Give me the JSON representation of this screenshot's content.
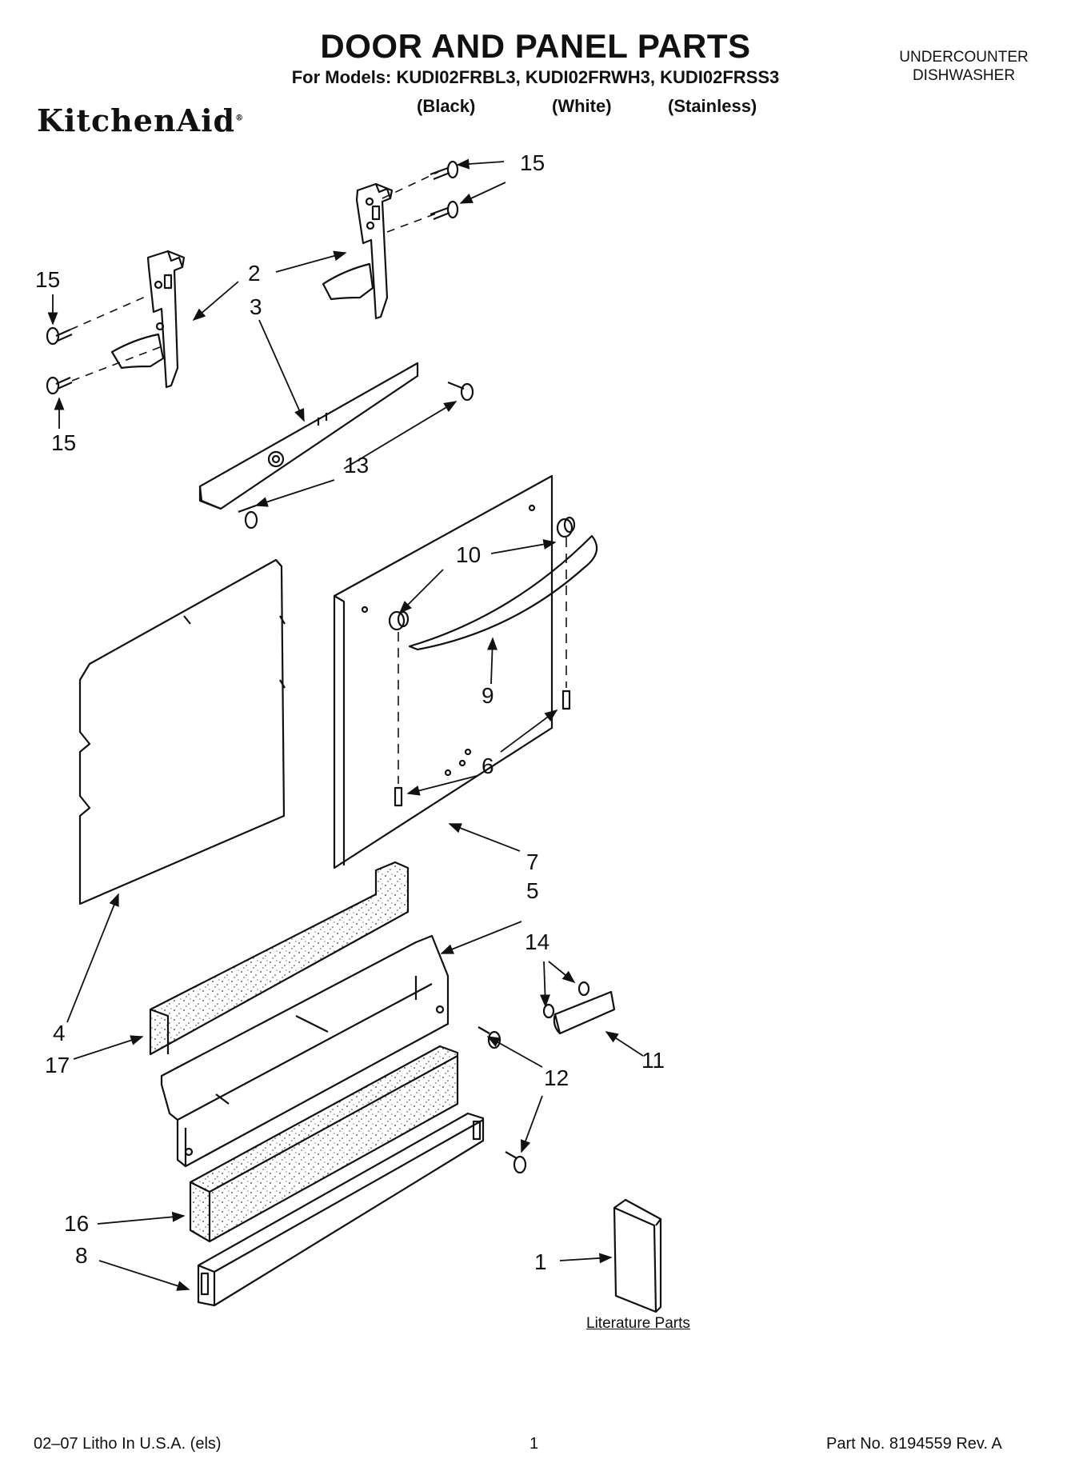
{
  "header": {
    "title": "DOOR AND PANEL PARTS",
    "models_line": "For Models: KUDI02FRBL3, KUDI02FRWH3, KUDI02FRSS3",
    "variants": [
      "(Black)",
      "(White)",
      "(Stainless)"
    ],
    "corner_line1": "UNDERCOUNTER",
    "corner_line2": "DISHWASHER",
    "brand": "KitchenAid"
  },
  "callouts": [
    "15",
    "15",
    "2",
    "3",
    "15",
    "15",
    "13",
    "10",
    "9",
    "6",
    "7",
    "5",
    "4",
    "17",
    "14",
    "11",
    "12",
    "16",
    "8",
    "1"
  ],
  "literature_label": "Literature Parts",
  "footer": {
    "left": "02–07 Litho In U.S.A. (els)",
    "center": "1",
    "right": "Part No. 8194559 Rev. A"
  }
}
